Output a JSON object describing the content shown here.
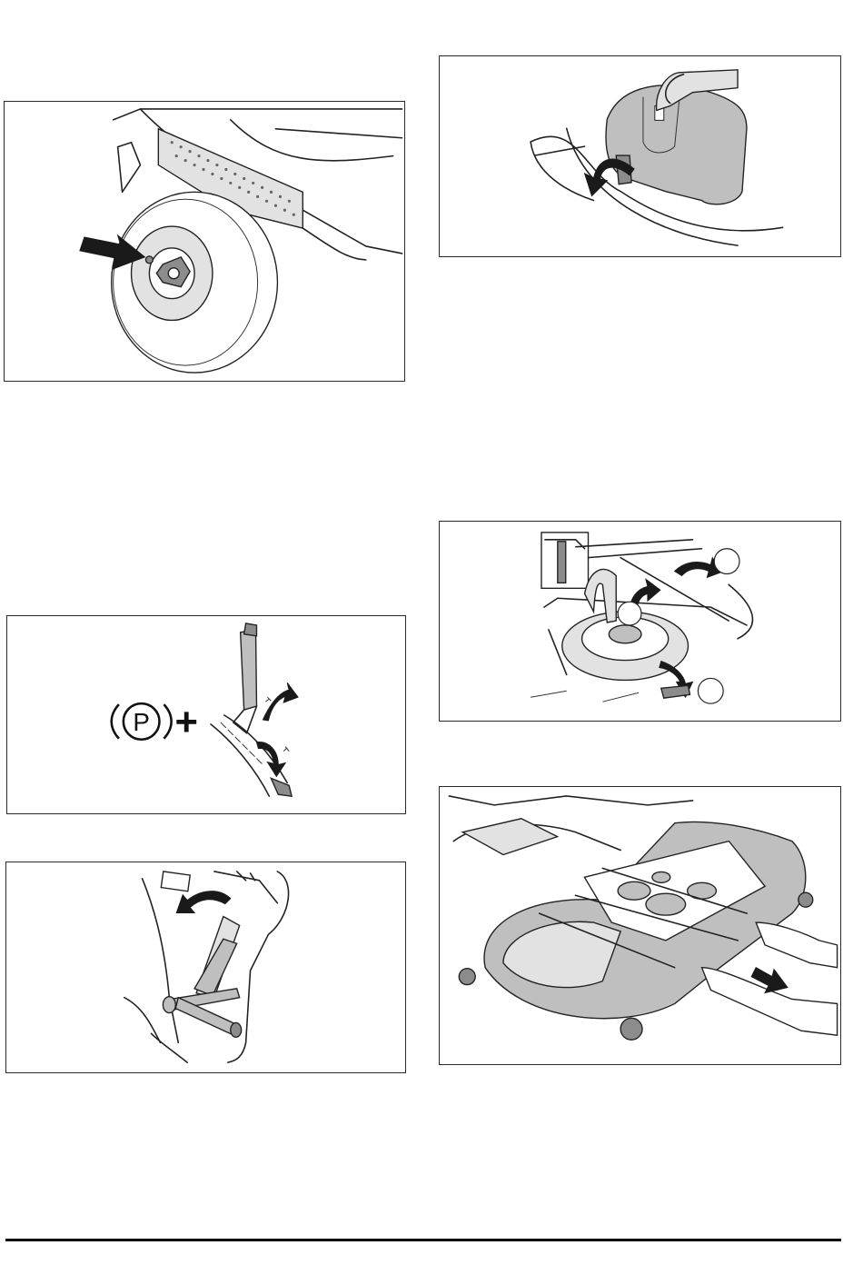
{
  "figures": [
    {
      "name": "rear-wheel-hub",
      "icon": "wheel-hub-arrow-illustration"
    },
    {
      "name": "seat-tilt",
      "icon": "seat-cover-tilt-illustration"
    },
    {
      "name": "parking-brake-height-lever",
      "icon": "parking-brake-plus-lever-illustration",
      "symbol": "P",
      "operator": "+"
    },
    {
      "name": "belt-removal",
      "icon": "belt-pulley-removal-illustration"
    },
    {
      "name": "crank-handle",
      "icon": "crank-handle-illustration"
    },
    {
      "name": "mower-deck-pullout",
      "icon": "mower-deck-pullout-illustration"
    }
  ],
  "colors": {
    "line": "#222222",
    "fill_grey": "#bfbfbf",
    "rule": "#000000"
  }
}
